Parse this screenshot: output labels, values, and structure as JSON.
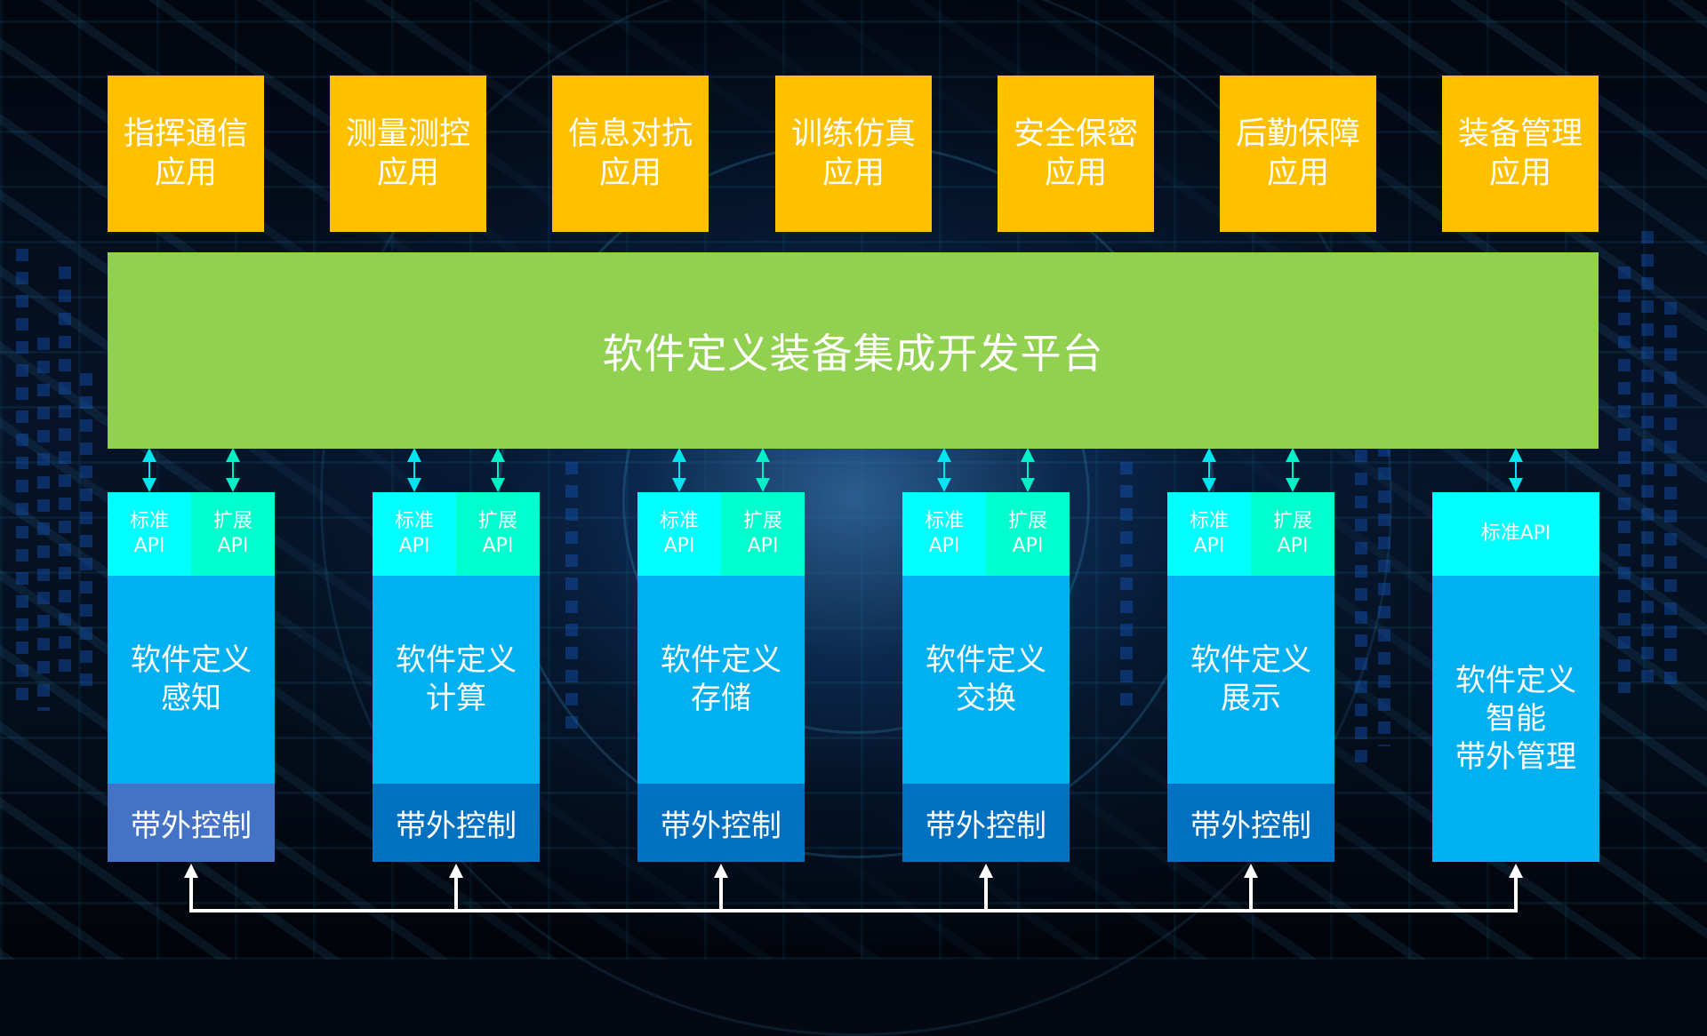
{
  "colors": {
    "app_box": "#FFC000",
    "platform": "#92D050",
    "standard_api": "#00FFFF",
    "extended_api": "#00FFCC",
    "module": "#00B0F0",
    "out_of_band": "#0070C0",
    "out_of_band_first": "#4472C4",
    "connector": "#FFFFFF",
    "api_arrow_standard": "#00E5F0",
    "api_arrow_extended": "#00F0C8"
  },
  "applications": [
    {
      "line1": "指挥通信",
      "line2": "应用"
    },
    {
      "line1": "测量测控",
      "line2": "应用"
    },
    {
      "line1": "信息对抗",
      "line2": "应用"
    },
    {
      "line1": "训练仿真",
      "line2": "应用"
    },
    {
      "line1": "安全保密",
      "line2": "应用"
    },
    {
      "line1": "后勤保障",
      "line2": "应用"
    },
    {
      "line1": "装备管理",
      "line2": "应用"
    }
  ],
  "platform": {
    "label": "软件定义装备集成开发平台"
  },
  "api": {
    "standard_line1": "标准",
    "extended_line1": "扩展",
    "api_line2": "API",
    "standard_single": "标准API"
  },
  "modules": [
    {
      "line1": "软件定义",
      "line2": "感知",
      "oob": "带外控制"
    },
    {
      "line1": "软件定义",
      "line2": "计算",
      "oob": "带外控制"
    },
    {
      "line1": "软件定义",
      "line2": "存储",
      "oob": "带外控制"
    },
    {
      "line1": "软件定义",
      "line2": "交换",
      "oob": "带外控制"
    },
    {
      "line1": "软件定义",
      "line2": "展示",
      "oob": "带外控制"
    },
    {
      "line1": "软件定义",
      "line2": "智能",
      "line3": "带外管理"
    }
  ]
}
